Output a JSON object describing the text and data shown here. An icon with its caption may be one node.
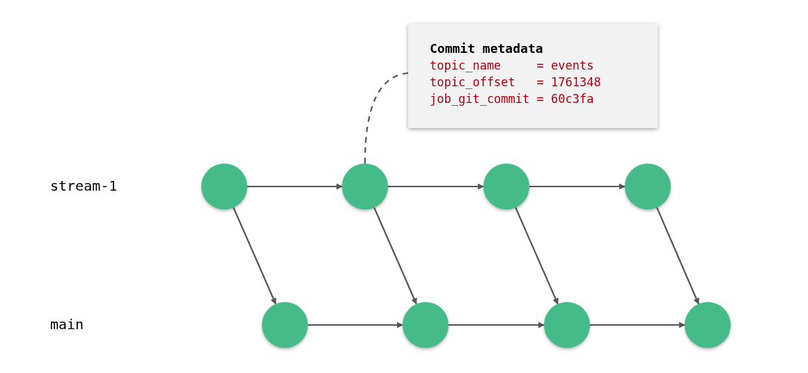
{
  "diagram": {
    "nodes": [
      {
        "text": [
          "Commit metadata",
          "topic_name     = events",
          "topic_offset   = 1761348",
          "job_git_commit = 60c3fa"
        ]
      },
      {
        "text": [],
        "shape": "circle"
      },
      {
        "text": [],
        "shape": "circle"
      },
      {
        "text": [],
        "shape": "circle"
      },
      {
        "text": [],
        "shape": "circle"
      },
      {
        "text": [],
        "shape": "circle"
      },
      {
        "text": [],
        "shape": "circle"
      },
      {
        "text": [],
        "shape": "circle"
      },
      {
        "text": [],
        "shape": "circle"
      }
    ],
    "edges": [
      {
        "from": 1,
        "to": 2,
        "arrow": "to"
      },
      {
        "from": 2,
        "to": 3,
        "arrow": "to"
      },
      {
        "from": 3,
        "to": 4,
        "arrow": "to"
      },
      {
        "from": 1,
        "to": 5,
        "arrow": "to"
      },
      {
        "from": 2,
        "to": 6,
        "arrow": "to"
      },
      {
        "from": 3,
        "to": 7,
        "arrow": "to"
      },
      {
        "from": 4,
        "to": 8,
        "arrow": "to"
      },
      {
        "from": 5,
        "to": 6,
        "arrow": "to"
      },
      {
        "from": 6,
        "to": 7,
        "arrow": "to"
      },
      {
        "from": 7,
        "to": 8,
        "arrow": "to"
      },
      {
        "from": 0,
        "to": 2,
        "arrow": "none",
        "style": "dashed"
      }
    ],
    "labels": [
      "stream-1",
      "main"
    ]
  }
}
